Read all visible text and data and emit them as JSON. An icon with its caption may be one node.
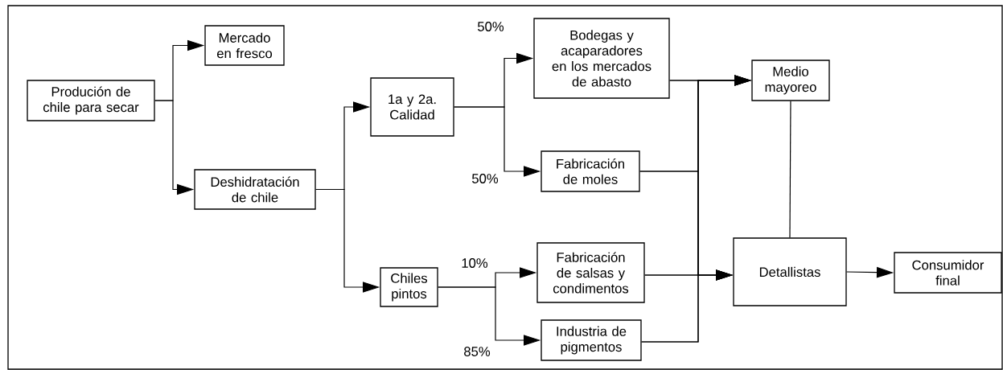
{
  "diagram": {
    "nodes": [
      {
        "text": [
          "Produción de chile para secar"
        ]
      },
      {
        "text": [
          "Mercado en fresco"
        ]
      },
      {
        "text": [
          "Deshidratación de chile"
        ]
      },
      {
        "text": [
          "1a y 2a. Calidad"
        ]
      },
      {
        "text": [
          "Chiles pintos"
        ]
      },
      {
        "text": [
          "Bodegas y acaparadores en los mercados de abasto"
        ]
      },
      {
        "text": [
          "Fabricación de moles"
        ]
      },
      {
        "text": [
          "Fabricación de salsas y condimentos"
        ]
      },
      {
        "text": [
          "Industria de pigmentos"
        ]
      },
      {
        "text": [
          "Medio mayoreo"
        ]
      },
      {
        "text": [
          "Detallistas"
        ]
      },
      {
        "text": [
          "Consumidor final"
        ]
      }
    ],
    "edges": [
      {
        "from": 0,
        "to": 1,
        "arrow": "to"
      },
      {
        "from": 0,
        "to": 2,
        "arrow": "to"
      },
      {
        "from": 2,
        "to": 3,
        "arrow": "to"
      },
      {
        "from": 2,
        "to": 4,
        "arrow": "to"
      },
      {
        "from": 3,
        "to": 5,
        "arrow": "to",
        "label": "50%"
      },
      {
        "from": 3,
        "to": 6,
        "arrow": "to",
        "label": "50%"
      },
      {
        "from": 4,
        "to": 7,
        "arrow": "to",
        "label": "10%"
      },
      {
        "from": 4,
        "to": 8,
        "arrow": "to",
        "label": "85%"
      },
      {
        "from": 5,
        "to": 9,
        "arrow": "to"
      },
      {
        "from": 6,
        "to": 9,
        "arrow": "to"
      },
      {
        "from": 7,
        "to": 9,
        "arrow": "to"
      },
      {
        "from": 8,
        "to": 9,
        "arrow": "to"
      },
      {
        "from": 5,
        "to": 10,
        "arrow": "to"
      },
      {
        "from": 6,
        "to": 10,
        "arrow": "to"
      },
      {
        "from": 7,
        "to": 10,
        "arrow": "to"
      },
      {
        "from": 8,
        "to": 10,
        "arrow": "to"
      },
      {
        "from": 9,
        "to": 10,
        "arrow": "none"
      },
      {
        "from": 10,
        "to": 11,
        "arrow": "to"
      }
    ]
  }
}
